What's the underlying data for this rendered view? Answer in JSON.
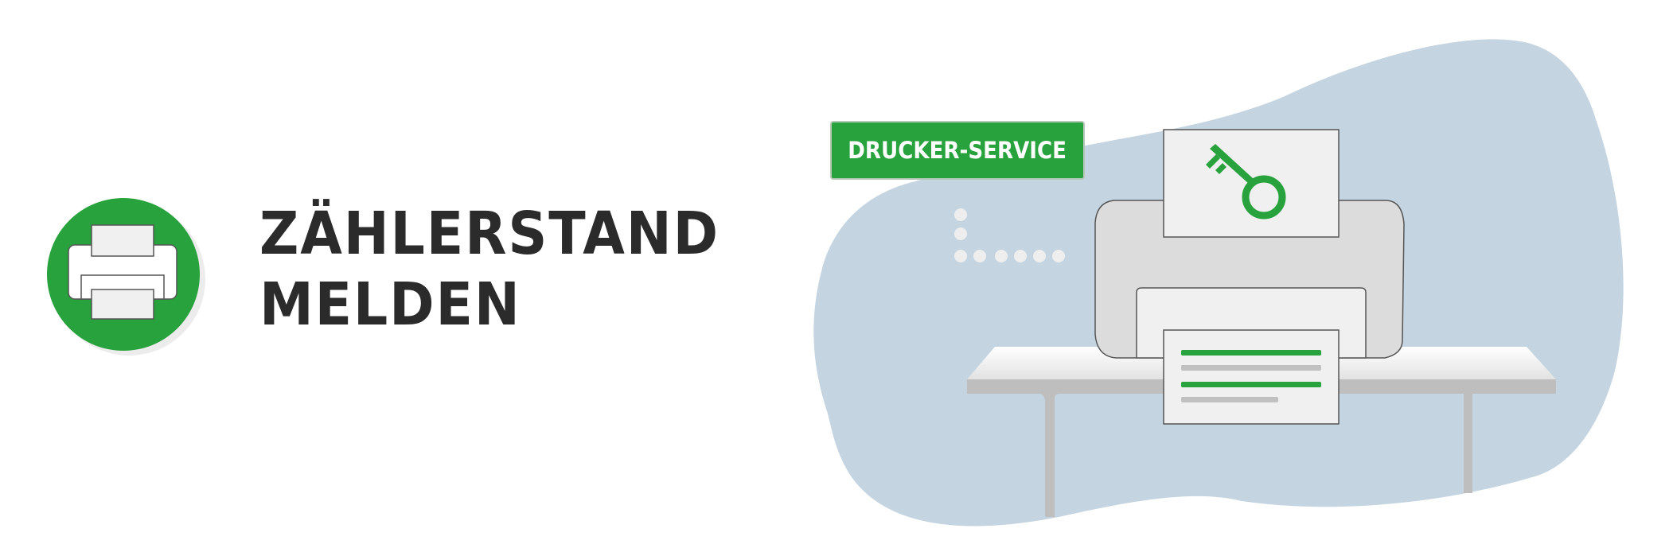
{
  "logo": {
    "icon": "printer-icon",
    "circle_color": "#28a23c",
    "shadow_color": "#ececec"
  },
  "title": {
    "line1": "ZÄHLERSTAND",
    "line2": "MELDEN",
    "color": "#2b2b2b"
  },
  "illustration": {
    "badge_label": "DRUCKER-SERVICE",
    "badge_color": "#28a23c",
    "blob_color": "#c4d4e0",
    "printer_body_color": "#dcdcdc",
    "paper_color": "#f0f0f0",
    "outline_color": "#555555",
    "table_top_color": "#f2f2f2",
    "table_edge_color": "#bebebe",
    "top_paper_icon": "key-icon",
    "printed_lines": [
      {
        "color": "#28a23c",
        "width": "full"
      },
      {
        "color": "#c0c0c0",
        "width": "full"
      },
      {
        "color": "#28a23c",
        "width": "full"
      },
      {
        "color": "#c0c0c0",
        "width": "short"
      }
    ],
    "dots_color": "#eeeeee"
  }
}
